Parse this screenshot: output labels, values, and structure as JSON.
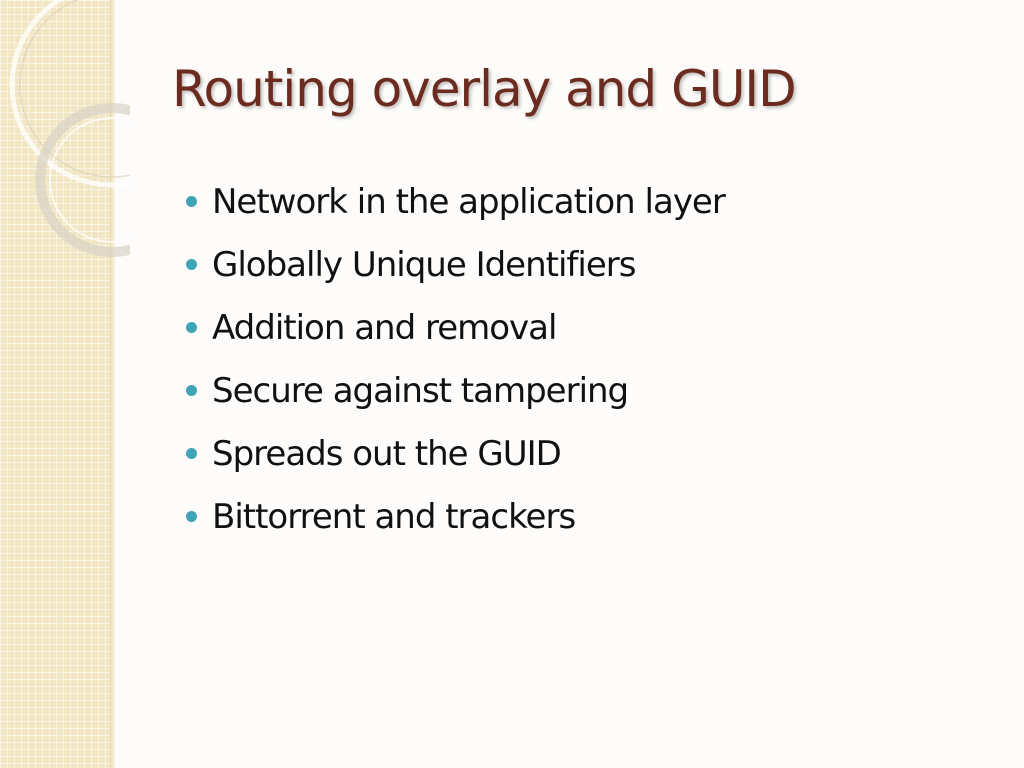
{
  "slide": {
    "title": "Routing overlay and GUID",
    "bullets": [
      "Network in the application layer",
      "Globally Unique Identifiers",
      "Addition and removal",
      "Secure against tampering",
      "Spreads out the GUID",
      "Bittorrent and trackers"
    ]
  },
  "colors": {
    "title": "#6b2b1e",
    "bullet_marker": "#3fa4b5",
    "side_panel": "#f2e5c2"
  },
  "icons": {
    "bullet_marker": "bullet-dot-icon",
    "decoration": "concentric-rings-decoration"
  }
}
